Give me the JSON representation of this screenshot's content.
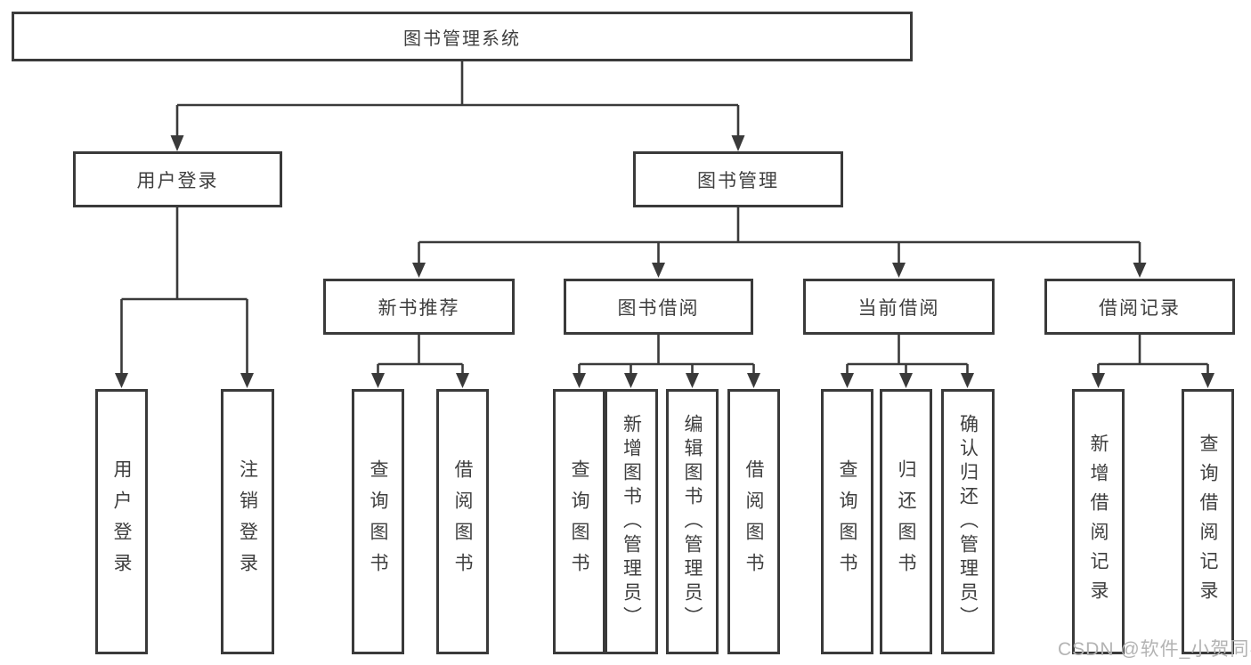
{
  "colors": {
    "line": "#3a3a3a",
    "box_border": "#3a3a3a",
    "text": "#3f3f3f",
    "watermark": "#b3b3b3",
    "background": "#ffffff"
  },
  "diagram": {
    "root": {
      "label": "图书管理系统"
    },
    "level2": [
      {
        "label": "用户登录"
      },
      {
        "label": "图书管理"
      }
    ],
    "level3": [
      {
        "label": "新书推荐"
      },
      {
        "label": "图书借阅"
      },
      {
        "label": "当前借阅"
      },
      {
        "label": "借阅记录"
      }
    ],
    "leaves": [
      {
        "label": "用户登录"
      },
      {
        "label": "注销登录"
      },
      {
        "label": "查询图书"
      },
      {
        "label": "借阅图书"
      },
      {
        "label": "查询图书"
      },
      {
        "label": "新增图书（管理员）"
      },
      {
        "label": "编辑图书（管理员）"
      },
      {
        "label": "借阅图书"
      },
      {
        "label": "查询图书"
      },
      {
        "label": "归还图书"
      },
      {
        "label": "确认归还（管理员）"
      },
      {
        "label": "新增借阅记录"
      },
      {
        "label": "查询借阅记录"
      }
    ]
  },
  "watermark": {
    "text": "CSDN @软件_小贺同学"
  }
}
